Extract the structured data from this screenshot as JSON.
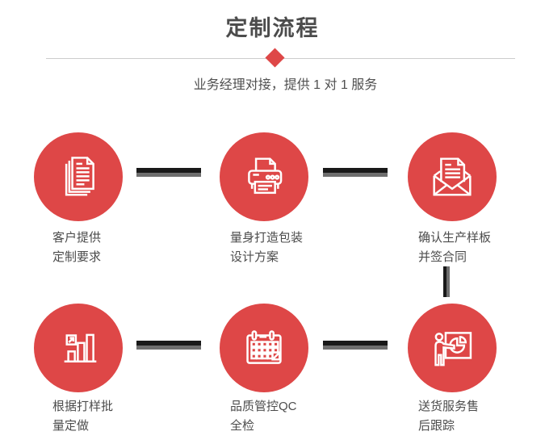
{
  "header": {
    "title": "定制流程",
    "subtitle": "业务经理对接，提供 1 对 1 服务"
  },
  "colors": {
    "accent_red": "#de4747",
    "icon_white": "#ffffff",
    "title_gray": "#4c4c4c",
    "subtitle_gray": "#4f4f4f",
    "divider_gray": "#cccccc",
    "connector_dark": "#191919",
    "connector_light": "#6e6e6e"
  },
  "flow": {
    "steps": [
      {
        "id": 1,
        "icon": "stacked-documents-icon",
        "label_line1": "客户提供",
        "label_line2": "定制要求"
      },
      {
        "id": 2,
        "icon": "printer-icon",
        "label_line1": "量身打造包装",
        "label_line2": "设计方案"
      },
      {
        "id": 3,
        "icon": "open-envelope-letter-icon",
        "label_line1": "确认生产样板",
        "label_line2": "并签合同"
      },
      {
        "id": 4,
        "icon": "growth-bar-chart-icon",
        "label_line1": "根据打样批",
        "label_line2": "量定做"
      },
      {
        "id": 5,
        "icon": "calendar-icon",
        "label_line1": "品质管控QC",
        "label_line2": "全检"
      },
      {
        "id": 6,
        "icon": "presentation-board-icon",
        "label_line1": "送货服务售",
        "label_line2": "后跟踪"
      }
    ]
  }
}
